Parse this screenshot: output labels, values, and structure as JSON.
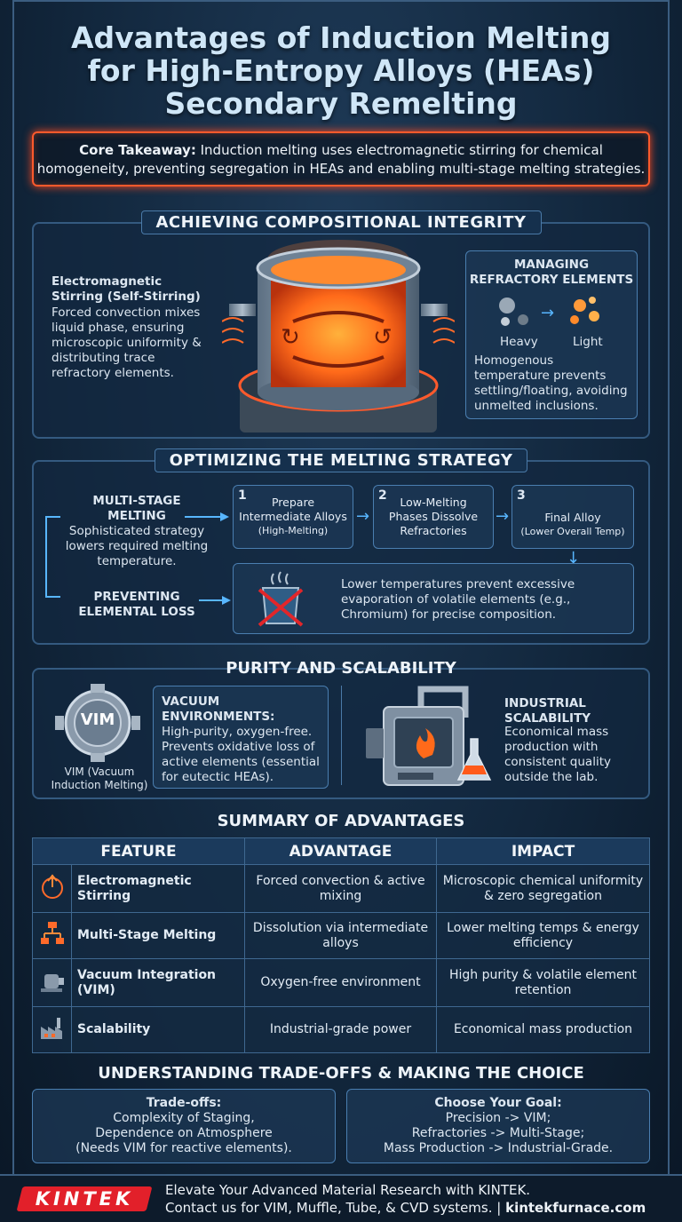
{
  "title_lines": [
    "Advantages of Induction Melting",
    "for High-Entropy Alloys (HEAs)",
    "Secondary Remelting"
  ],
  "takeaway": {
    "label": "Core Takeaway:",
    "line1": " Induction melting uses electromagnetic stirring for chemical",
    "line2": "homogeneity, preventing segregation in HEAs and enabling multi-stage melting strategies."
  },
  "section1": {
    "heading": "ACHIEVING COMPOSITIONAL INTEGRITY",
    "stirring_title": [
      "Electromagnetic",
      "Stirring (Self-Stirring)"
    ],
    "stirring_body": [
      "Forced convection mixes",
      "liquid phase, ensuring",
      "microscopic uniformity &",
      "distributing trace",
      "refractory elements."
    ],
    "refractory_title": [
      "MANAGING",
      "REFRACTORY ELEMENTS"
    ],
    "heavy": "Heavy",
    "light": "Light",
    "refractory_body": [
      "Homogenous",
      "temperature prevents",
      "settling/floating, avoiding",
      "unmelted inclusions."
    ]
  },
  "section2": {
    "heading": "OPTIMIZING THE MELTING STRATEGY",
    "multistage_title": [
      "MULTI-STAGE",
      "MELTING"
    ],
    "multistage_body": [
      "Sophisticated strategy",
      "lowers required melting",
      "temperature."
    ],
    "steps": [
      {
        "num": "1",
        "lines": [
          "Prepare",
          "Intermediate Alloys",
          "(High-Melting)"
        ]
      },
      {
        "num": "2",
        "lines": [
          "Low-Melting",
          "Phases Dissolve",
          "Refractories"
        ]
      },
      {
        "num": "3",
        "lines": [
          "Final Alloy",
          "(Lower Overall Temp)"
        ]
      }
    ],
    "loss_title": [
      "PREVENTING",
      "ELEMENTAL LOSS"
    ],
    "loss_body": [
      "Lower temperatures prevent excessive",
      "evaporation of volatile elements (e.g.,",
      "Chromium) for precise composition."
    ]
  },
  "section3": {
    "heading": "PURITY AND SCALABILITY",
    "vim_badge": "VIM",
    "vim_caption": [
      "VIM (Vacuum",
      "Induction Melting)"
    ],
    "vacuum_title": [
      "VACUUM",
      "ENVIRONMENTS:"
    ],
    "vacuum_body": [
      "High-purity, oxygen-free.",
      "Prevents oxidative loss of",
      "active elements (essential",
      "for eutectic HEAs)."
    ],
    "industrial_title": [
      "INDUSTRIAL",
      "SCALABILITY"
    ],
    "industrial_body": [
      "Economical mass",
      "production with",
      "consistent quality",
      "outside the lab."
    ]
  },
  "summary": {
    "heading": "SUMMARY OF ADVANTAGES",
    "headers": [
      "FEATURE",
      "ADVANTAGE",
      "IMPACT"
    ],
    "rows": [
      {
        "icon": "stirring-icon",
        "feature": "Electromagnetic Stirring",
        "advantage": "Forced convection & active mixing",
        "impact": "Microscopic chemical uniformity & zero segregation"
      },
      {
        "icon": "flowchart-icon",
        "feature": "Multi-Stage Melting",
        "advantage": "Dissolution via intermediate alloys",
        "impact": "Lower melting temps & energy efficiency"
      },
      {
        "icon": "pump-icon",
        "feature": "Vacuum Integration (VIM)",
        "advantage": "Oxygen-free environment",
        "impact": "High purity & volatile element retention"
      },
      {
        "icon": "factory-icon",
        "feature": "Scalability",
        "advantage": "Industrial-grade power",
        "impact": "Economical mass production"
      }
    ]
  },
  "tradeoffs": {
    "heading": "UNDERSTANDING TRADE-OFFS & MAKING THE CHOICE",
    "left_title": "Trade-offs:",
    "left_lines": [
      "Complexity of Staging,",
      "Dependence on Atmosphere",
      "(Needs VIM for reactive elements)."
    ],
    "right_title": "Choose Your Goal:",
    "right_lines": [
      "Precision -> VIM;",
      "Refractories -> Multi-Stage;",
      "Mass Production -> Industrial-Grade."
    ]
  },
  "footer": {
    "logo": "KINTEK",
    "line1": "Elevate Your Advanced Material Research with KINTEK.",
    "line2": "Contact us for VIM, Muffle, Tube, & CVD systems.  |  ",
    "url": "kintekfurnace.com"
  },
  "colors": {
    "accent_orange": "#ff5a2c",
    "accent_blue": "#58b6ff",
    "panel_border": "#345a80",
    "brand_red": "#e2202a"
  }
}
